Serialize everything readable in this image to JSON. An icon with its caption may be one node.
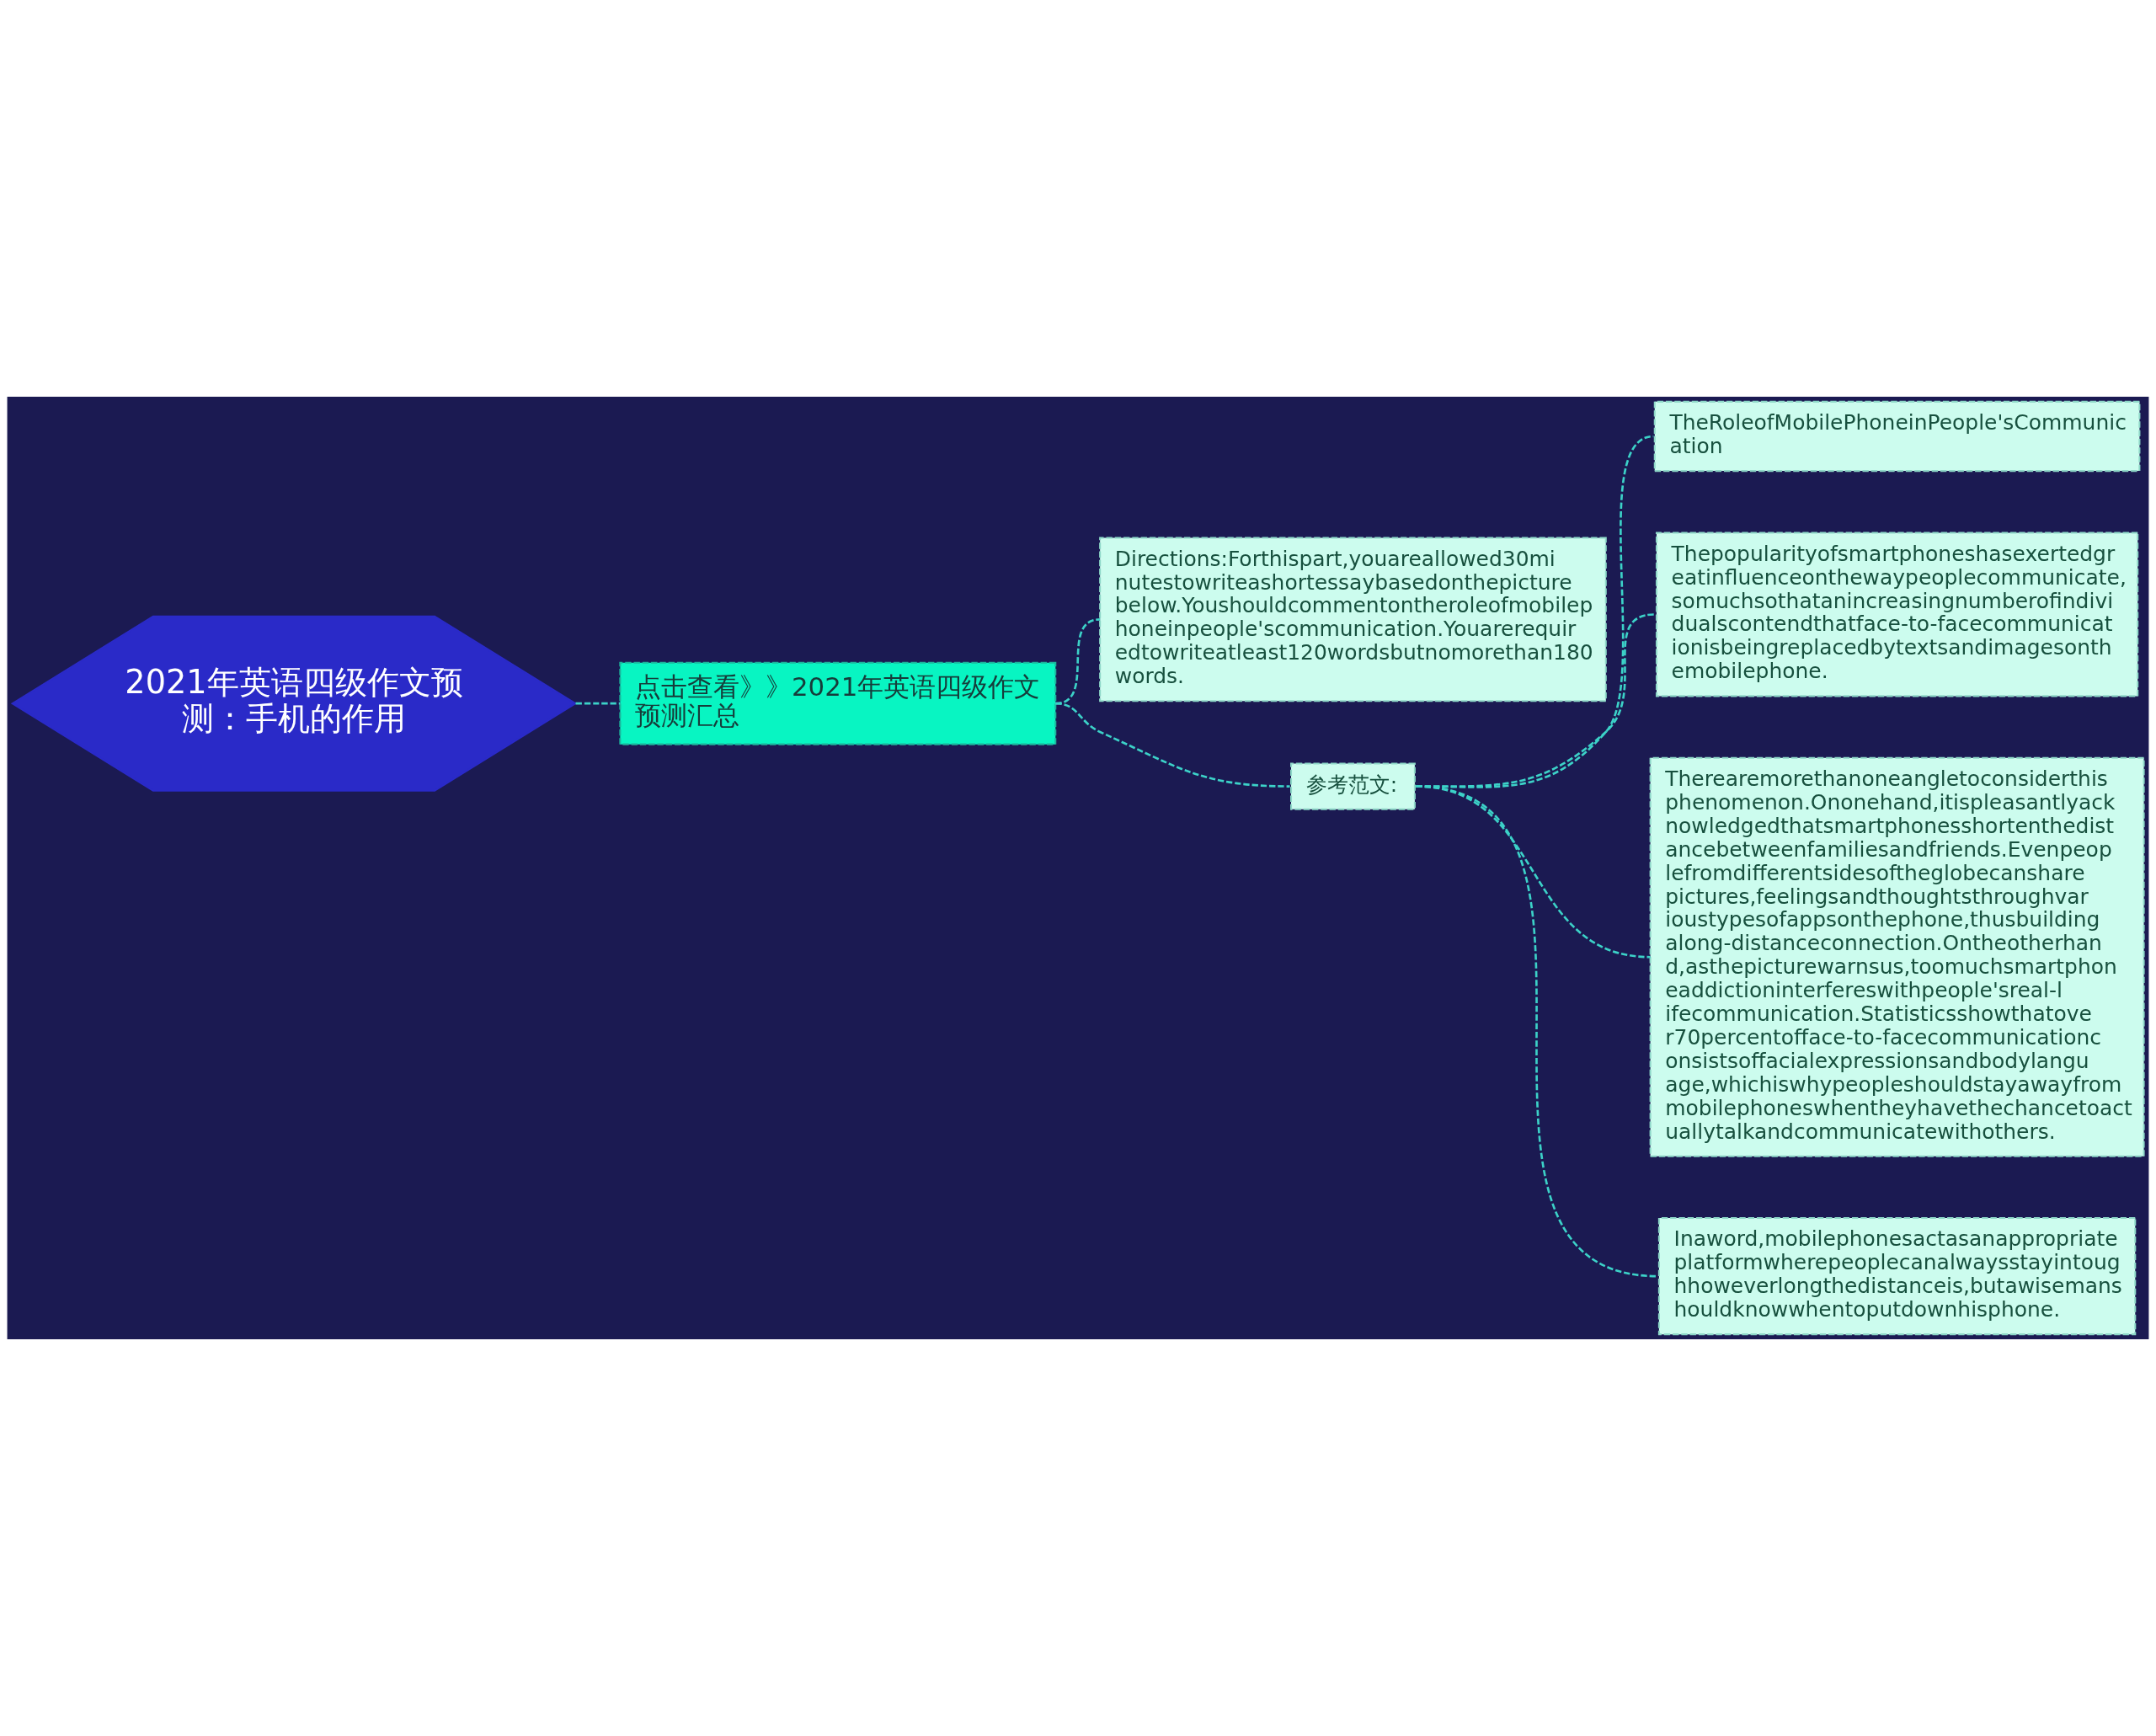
{
  "diagram": {
    "nodes": [
      {
        "text": [
          "2021年英语四级作文预测：手机的作用"
        ]
      },
      {
        "text": [
          "点击查看》》2021年英语四级作文预测汇总"
        ]
      },
      {
        "text": [
          "Directions:Forthispart,youareallowed30minutestowriteashortessaybasedonthepicturebelow.Youshouldcommentontheroleofmobilephoneinpeople'scommunication.Youarerequiredtowriteatleast120wordsbutnomorethan180words."
        ]
      },
      {
        "text": [
          "参考范文:"
        ]
      },
      {
        "text": [
          "TheRoleofMobilePhoneinPeople'sCommunication"
        ]
      },
      {
        "text": [
          "Thepopularityofsmartphoneshasexertedgreatinfluenceonthewaypeoplecommunicate,somuchsothatanincreasingnumberofindividualscontendthatface-to-facecommunicationisbeingreplacedbytextsandimagesonthemobilephone."
        ]
      },
      {
        "text": [
          "Therearemorethanoneangletoconsiderthisphenomenon.Ononehand,itispleasantlyacknowledgedthatsmartphonesshortenthedistancebetweenfamiliesandfriends.Evenpeoplefromdifferentsidesoftheglobecansharepictures,feelingsandthoughtsthroughvarioustypesofappsonthephone,thusbuildingalong-distanceconnection.Ontheotherhand,asthepicturewarnsus,toomuchsmartphoneaddictioninterfereswithpeople'sreal-lifecommunication.Statisticsshowthatover70percentofface-to-facecommunicationconsistsoffacialexpressionsandbodylanguage,whichiswhypeopleshouldstayawayfrommobilephoneswhentheyhavethechancetoactuallytalkandcommunicatewithothers."
        ]
      },
      {
        "text": [
          "Inaword,mobilephonesactasanappropriateplatformwherepeoplecanalwaysstayintoughhoweverlongthedistanceis,butawisemanshouldknowwhentoputdownhisphone."
        ]
      }
    ],
    "edges": [
      {
        "from": 0,
        "to": 1,
        "arrow": "none",
        "style": "dashed"
      },
      {
        "from": 1,
        "to": 2,
        "arrow": "none",
        "style": "dashed"
      },
      {
        "from": 1,
        "to": 3,
        "arrow": "none",
        "style": "dashed"
      },
      {
        "from": 3,
        "to": 4,
        "arrow": "none",
        "style": "dashed"
      },
      {
        "from": 3,
        "to": 5,
        "arrow": "none",
        "style": "dashed"
      },
      {
        "from": 3,
        "to": 6,
        "arrow": "none",
        "style": "dashed"
      },
      {
        "from": 3,
        "to": 7,
        "arrow": "none",
        "style": "dashed"
      }
    ]
  }
}
